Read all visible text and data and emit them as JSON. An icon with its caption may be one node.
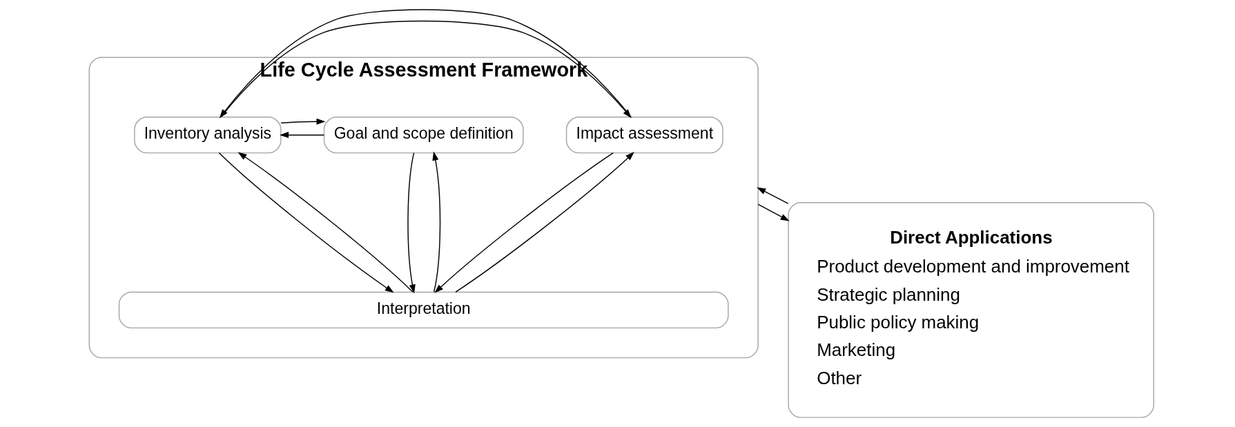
{
  "diagram": {
    "nodes": [
      {
        "text": [
          "Life Cycle Assessment Framework"
        ]
      },
      {
        "text": [
          "Goal and scope definition"
        ],
        "in": 0
      },
      {
        "text": [
          "Inventory analysis"
        ],
        "in": 0
      },
      {
        "text": [
          "Impact assessment"
        ],
        "in": 0
      },
      {
        "text": [
          "Interpretation"
        ],
        "in": 0
      },
      {
        "text": [
          "Direct Applications",
          "Product development and improvement",
          "Strategic planning",
          "Public policy making",
          "Marketing",
          "Other"
        ]
      }
    ],
    "edges": [
      {
        "from": 1,
        "to": 2,
        "arrow": "to"
      },
      {
        "from": 2,
        "to": 1,
        "arrow": "to"
      },
      {
        "from": 2,
        "to": 3,
        "arrow": "to"
      },
      {
        "from": 3,
        "to": 2,
        "arrow": "to"
      },
      {
        "from": 4,
        "to": 1,
        "arrow": "to"
      },
      {
        "from": 1,
        "to": 4,
        "arrow": "to"
      },
      {
        "from": 4,
        "to": 2,
        "arrow": "to"
      },
      {
        "from": 2,
        "to": 4,
        "arrow": "to"
      },
      {
        "from": 4,
        "to": 3,
        "arrow": "to"
      },
      {
        "from": 3,
        "to": 4,
        "arrow": "to"
      },
      {
        "from": 0,
        "to": 5,
        "arrow": "to"
      },
      {
        "from": 5,
        "to": 0,
        "arrow": "to"
      }
    ]
  }
}
